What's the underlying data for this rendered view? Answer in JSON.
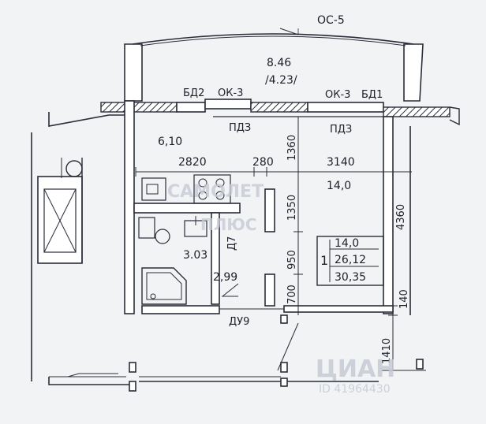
{
  "labels": {
    "balcony_mark": "ОС-5",
    "balcony_area": "8.46",
    "balcony_area_reduced": "/4.23/",
    "balcony_block_left": "БД2",
    "balcony_block_right": "БД1",
    "window_left": "ОК-3",
    "window_right": "ОК-3",
    "lintel_left": "ПДЗ",
    "lintel_right": "ПДЗ",
    "kitchen_area": "6,10",
    "room_area": "14,0",
    "bath_area": "3.03",
    "hall_area": "2,99",
    "door_bath": "Д7",
    "door_entry": "ДУ9"
  },
  "dimensions": {
    "d2820": "2820",
    "d280": "280",
    "d3140": "3140",
    "d1360": "1360",
    "d1350": "1350",
    "d950": "950",
    "d700": "700",
    "d4360": "4360",
    "d140": "140",
    "d1410": "1410"
  },
  "summary": {
    "rooms": "1",
    "living": "14,0",
    "total": "26,12",
    "with_balcony": "30,35"
  },
  "watermarks": {
    "samolet": "САМОЛЕТ",
    "plus": "ПЛЮС",
    "cian": "ЦИАН",
    "cian_id": "ID 41964430"
  }
}
